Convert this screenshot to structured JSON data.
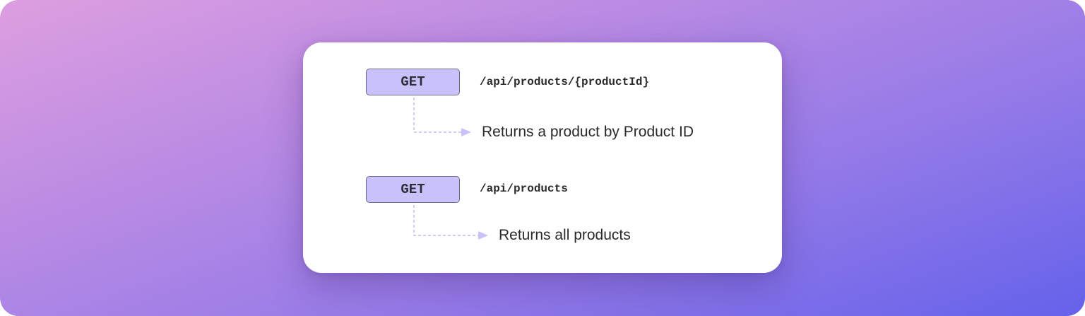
{
  "endpoints": [
    {
      "method": "GET",
      "path": "/api/products/{productId}",
      "description": "Returns a product by Product ID"
    },
    {
      "method": "GET",
      "path": "/api/products",
      "description": "Returns all products"
    }
  ],
  "colors": {
    "badge_fill": "#c8c1fa",
    "badge_border": "#6f6a85",
    "connector": "#b7aef0",
    "text": "#2a2a2a"
  }
}
